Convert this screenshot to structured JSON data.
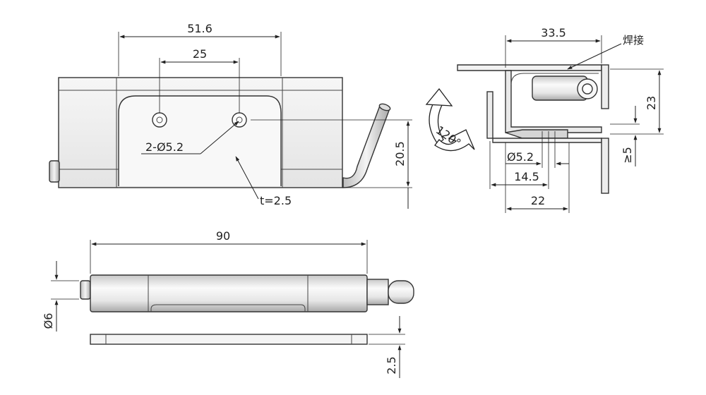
{
  "dimensions": {
    "top_overall_width": "51.6",
    "hole_spacing": "25",
    "holes_callout": "2-Ø5.2",
    "thickness_callout": "t=2.5",
    "plate_height": "20.5",
    "side_width": "33.5",
    "weld_label": "焊接",
    "side_height": "23",
    "offset_min": "≥5",
    "side_hole": "Ø5.2",
    "side_hole_pos": "14.5",
    "side_base": "22",
    "rotation": "120°",
    "front_length": "90",
    "pin_diameter": "Ø6",
    "front_thickness": "2.5"
  },
  "colors": {
    "line": "#222222",
    "part_fill": "#f2f2f2",
    "part_shade": "#d9d9d9"
  }
}
